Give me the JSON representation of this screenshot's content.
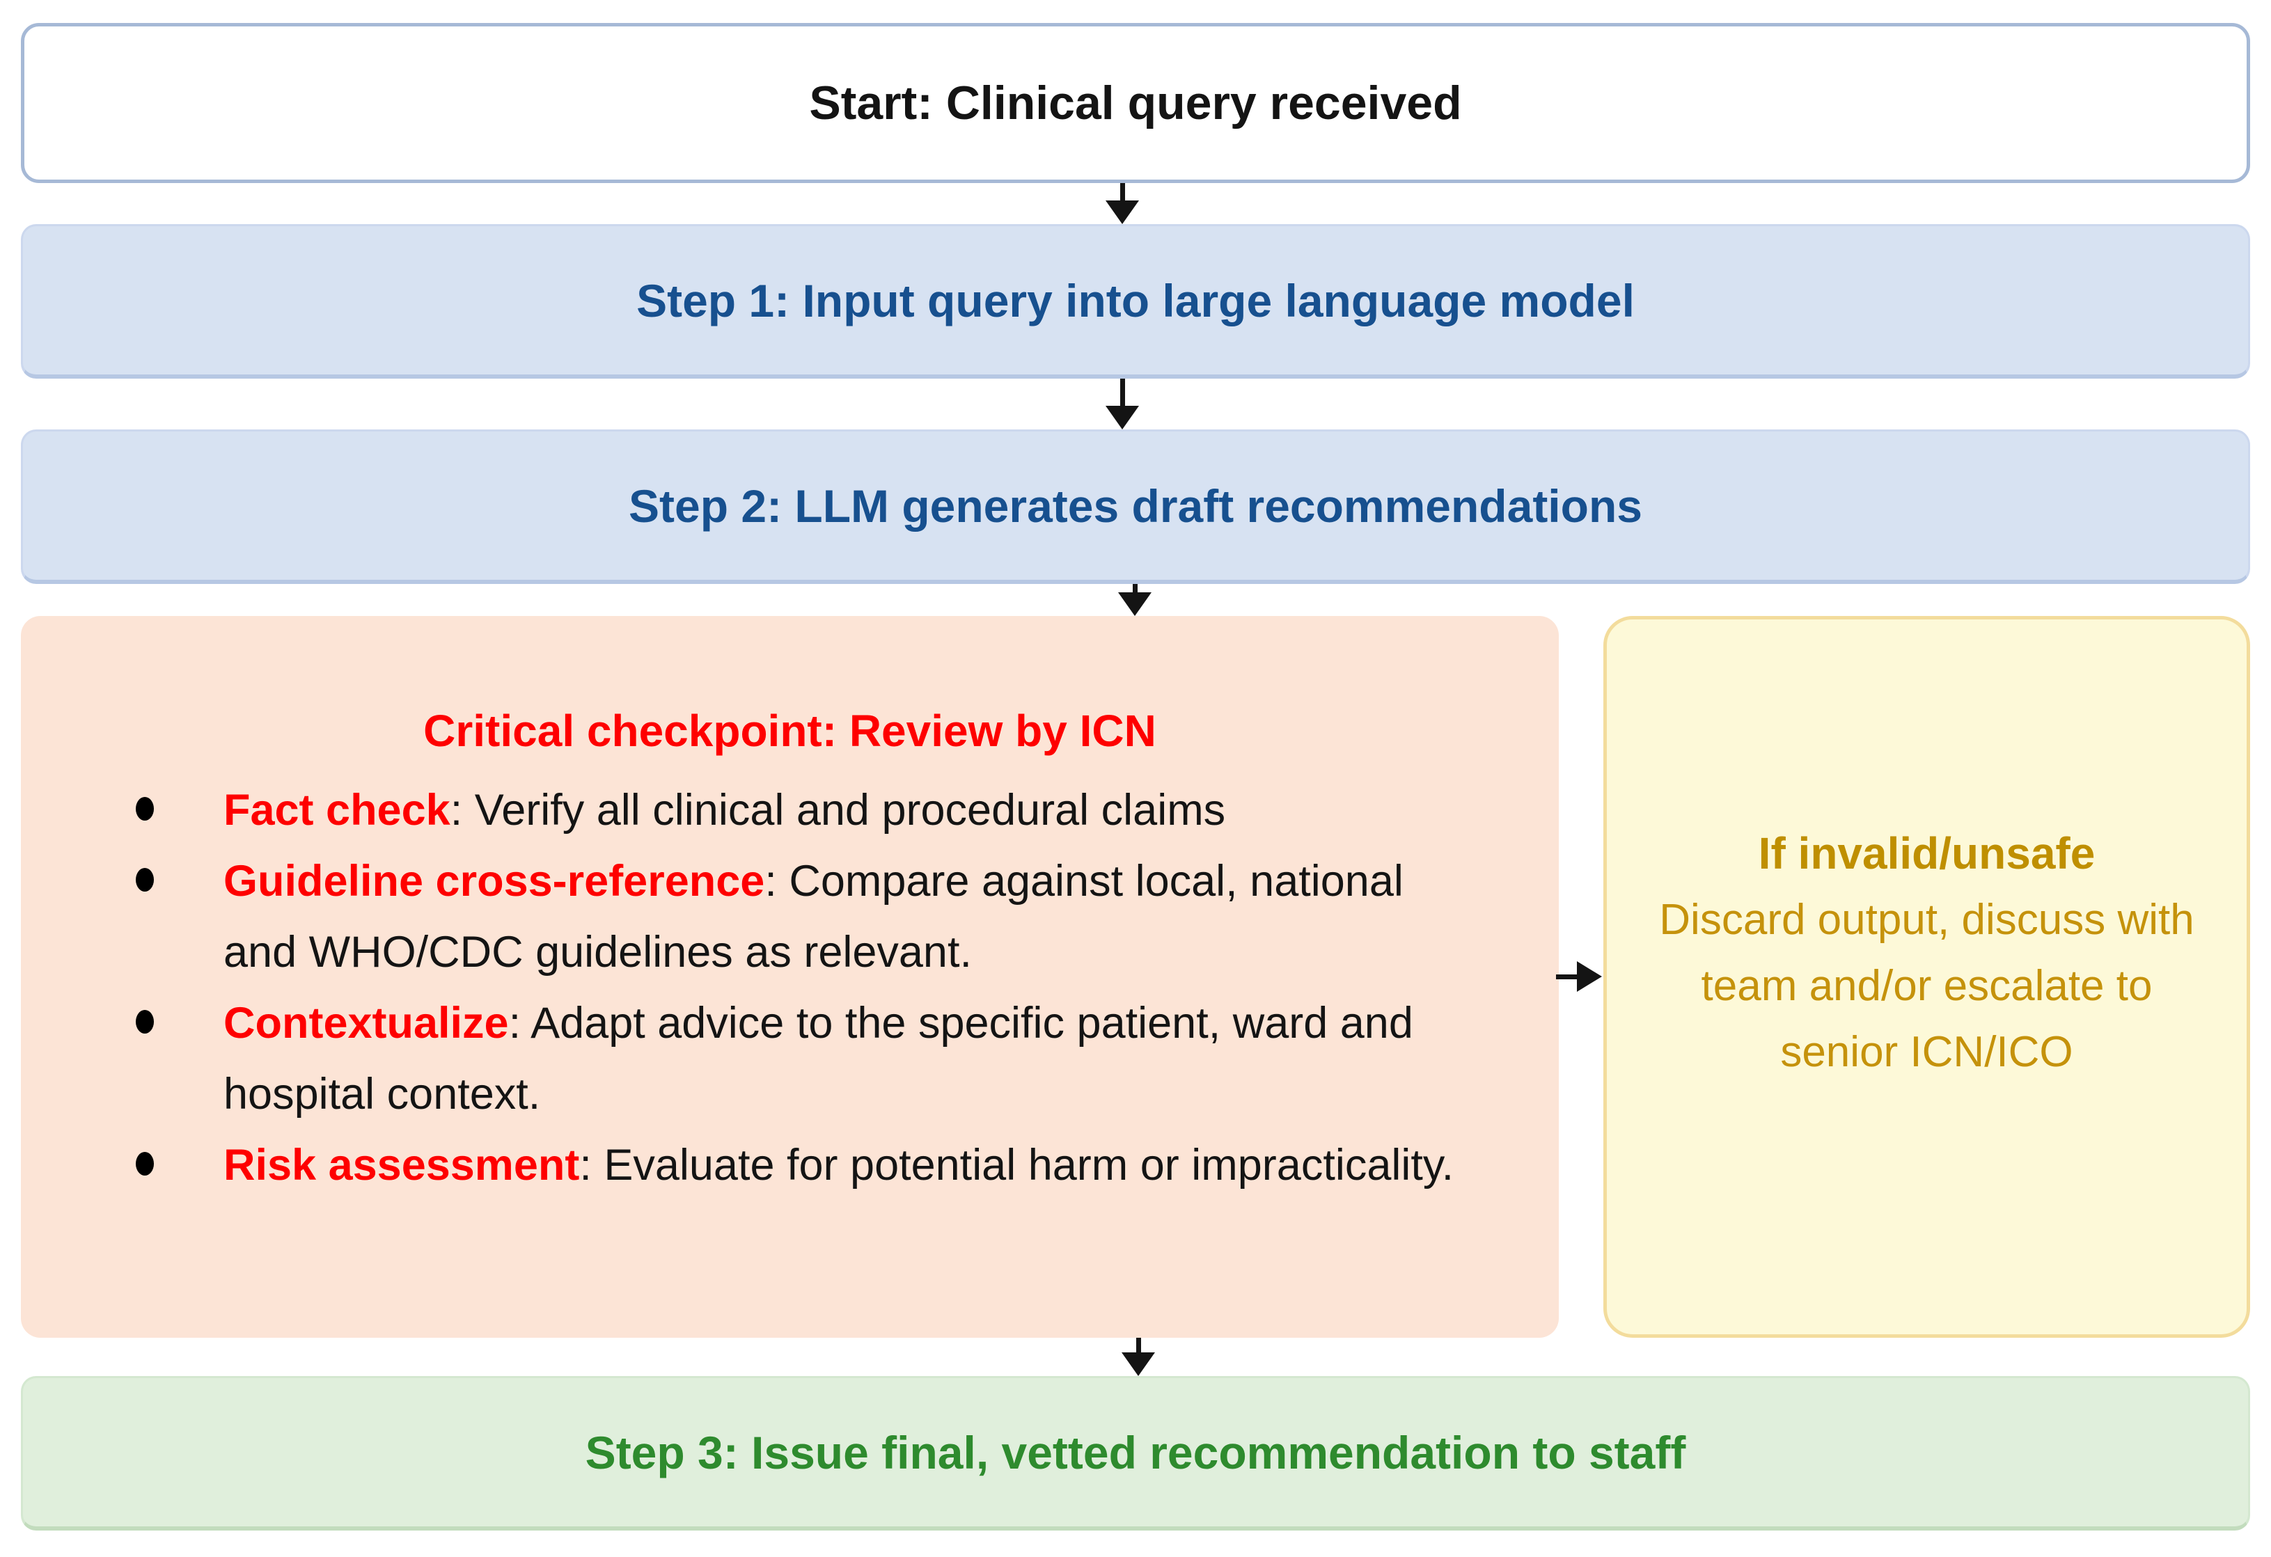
{
  "colors": {
    "start_border": "#a6b9d6",
    "step_fill": "#d7e2f2",
    "step_text": "#17508f",
    "checkpoint_fill": "#fce4d6",
    "accent_red": "#fe0000",
    "invalid_fill": "#fdf9d8",
    "invalid_border": "#f3dc9c",
    "invalid_title": "#bf8f00",
    "invalid_text": "#c5920b",
    "final_fill": "#e0efdc",
    "final_text": "#2e8b2e",
    "text_black": "#141414",
    "arrow": "#141414"
  },
  "nodes": {
    "start": {
      "label": "Start: Clinical query received"
    },
    "step1": {
      "label": "Step 1: Input query into large language model"
    },
    "step2": {
      "label": "Step 2: LLM generates draft recommendations"
    },
    "checkpoint": {
      "title": "Critical checkpoint: Review by ICN",
      "bullets": [
        {
          "term": "Fact check",
          "rest": ": Verify all clinical and procedural claims"
        },
        {
          "term": "Guideline cross-reference",
          "rest": ": Compare against local, national and WHO/CDC guidelines as relevant."
        },
        {
          "term": "Contextualize",
          "rest": ": Adapt advice to the specific patient, ward and hospital context."
        },
        {
          "term": "Risk assessment",
          "rest": ": Evaluate for potential harm or impracticality."
        }
      ]
    },
    "invalid": {
      "title": "If invalid/unsafe",
      "body": "Discard output, discuss with team and/or escalate to senior ICN/ICO"
    },
    "step3": {
      "label": "Step 3: Issue final, vetted recommendation to staff"
    }
  }
}
